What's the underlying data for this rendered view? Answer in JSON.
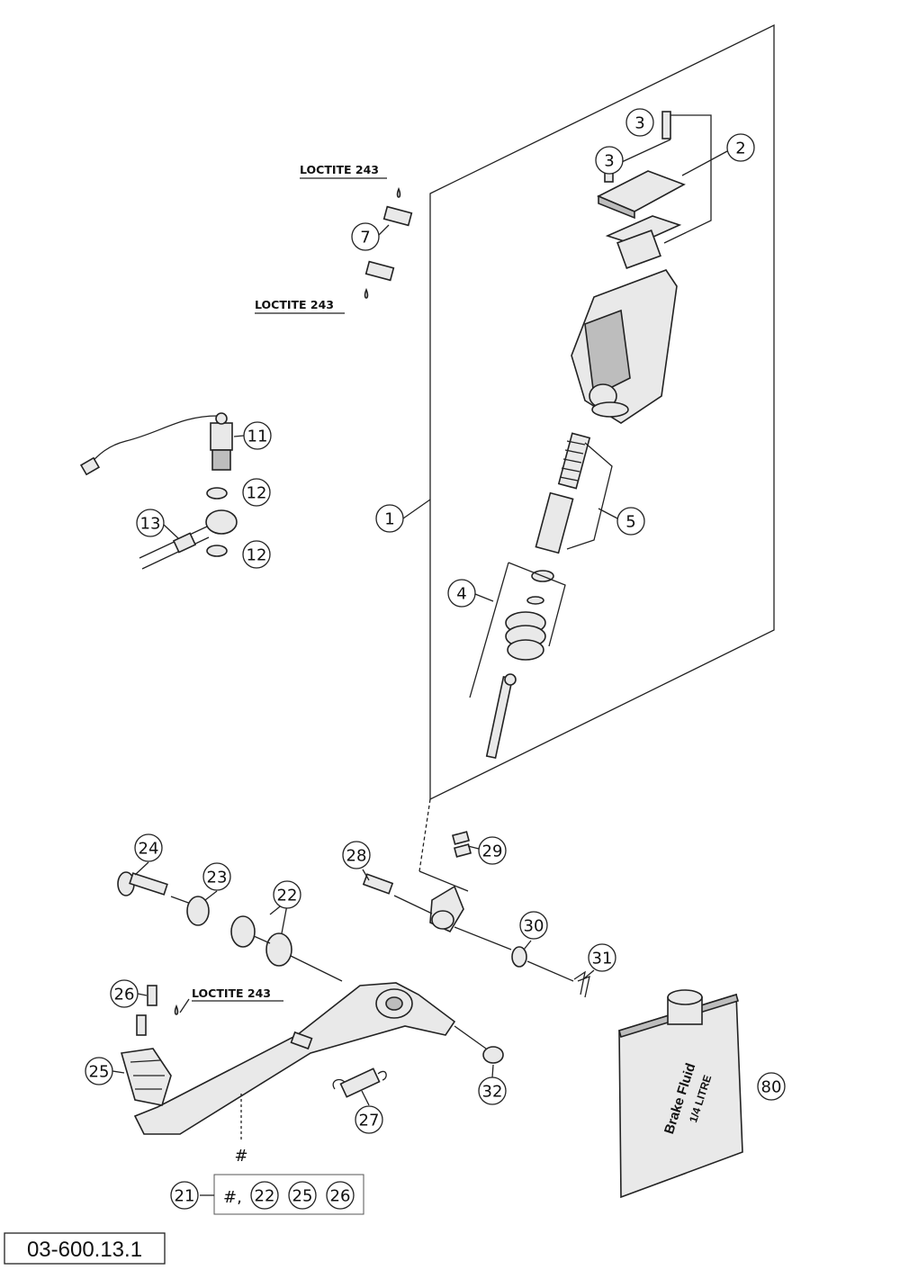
{
  "drawing_number": "03-600.13.1",
  "loctite_labels": [
    "LOCTITE 243",
    "LOCTITE 243",
    "LOCTITE 243"
  ],
  "callouts": [
    {
      "id": "c3a",
      "text": "3"
    },
    {
      "id": "c3b",
      "text": "3"
    },
    {
      "id": "c2",
      "text": "2"
    },
    {
      "id": "c7",
      "text": "7"
    },
    {
      "id": "c11",
      "text": "11"
    },
    {
      "id": "c12a",
      "text": "12"
    },
    {
      "id": "c13",
      "text": "13"
    },
    {
      "id": "c12b",
      "text": "12"
    },
    {
      "id": "c1",
      "text": "1"
    },
    {
      "id": "c5",
      "text": "5"
    },
    {
      "id": "c4",
      "text": "4"
    },
    {
      "id": "c24",
      "text": "24"
    },
    {
      "id": "c23",
      "text": "23"
    },
    {
      "id": "c22",
      "text": "22"
    },
    {
      "id": "c28",
      "text": "28"
    },
    {
      "id": "c29",
      "text": "29"
    },
    {
      "id": "c30",
      "text": "30"
    },
    {
      "id": "c31",
      "text": "31"
    },
    {
      "id": "c26",
      "text": "26"
    },
    {
      "id": "c25",
      "text": "25"
    },
    {
      "id": "c32",
      "text": "32"
    },
    {
      "id": "c27",
      "text": "27"
    },
    {
      "id": "c80",
      "text": "80"
    },
    {
      "id": "c21",
      "text": "21"
    }
  ],
  "kit_box": {
    "hash": "#,",
    "items": [
      "22",
      "25",
      "26"
    ]
  },
  "pedal_hash": "#",
  "bottle": {
    "line1": "Brake Fluid",
    "line2": "1/4 LITRE"
  }
}
